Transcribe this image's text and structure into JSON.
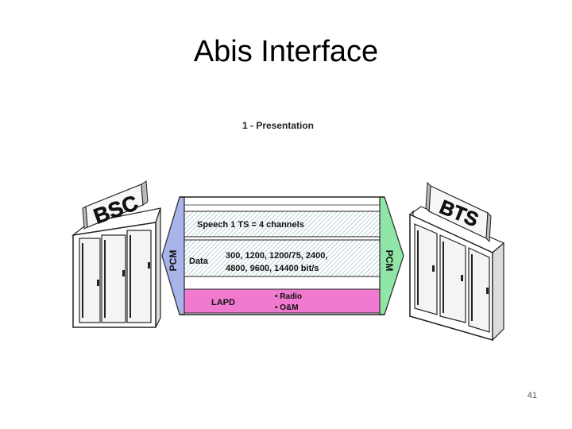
{
  "slide": {
    "title": "Abis Interface",
    "page_number": "41"
  },
  "diagram": {
    "subtitle": "1 - Presentation",
    "left_equipment_label": "BSC",
    "right_equipment_label": "BTS",
    "left_arrow_label": "PCM",
    "right_arrow_label": "PCM",
    "rows": {
      "speech": "Speech 1 TS = 4 channels",
      "data_label": "Data",
      "data_line1": "300, 1200, 1200/75, 2400,",
      "data_line2": "4800, 9600, 14400 bit/s",
      "lapd_label": "LAPD",
      "lapd_item1": "•  Radio",
      "lapd_item2": "•  O&M"
    },
    "colors": {
      "left_arrow": "#a9b4ea",
      "right_arrow": "#8fe6a6",
      "lapd_band": "#f07ad0",
      "hatch": "#7fa3b0",
      "ink": "#111111"
    }
  }
}
